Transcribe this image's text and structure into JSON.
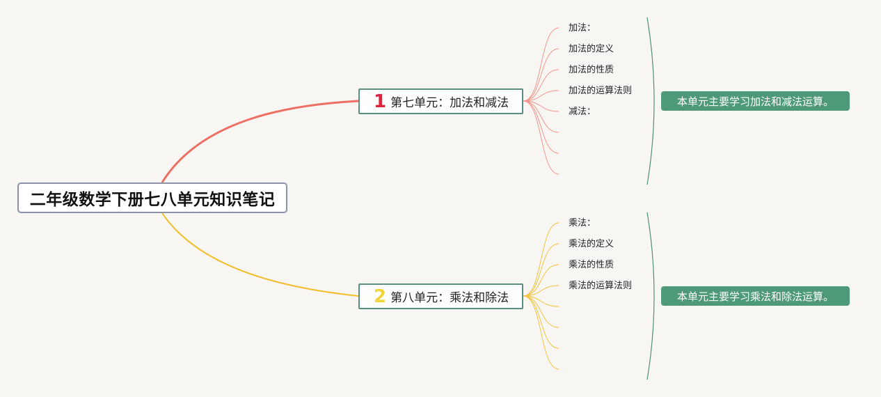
{
  "root": {
    "title": "二年级数学下册七八单元知识笔记"
  },
  "branches": [
    {
      "number": "1",
      "title": "第七单元：加法和减法",
      "leaves": [
        "加法：",
        "加法的定义",
        "加法的性质",
        "加法的运算法则",
        "减法："
      ],
      "summary": "本单元主要学习加法和减法运算。"
    },
    {
      "number": "2",
      "title": "第八单元：乘法和除法",
      "leaves": [
        "乘法：",
        "乘法的定义",
        "乘法的性质",
        "乘法的运算法则"
      ],
      "summary": "本单元主要学习乘法和除法运算。"
    }
  ],
  "colors": {
    "background": "#f8f6f3",
    "branch1_line": "#ee6e62",
    "branch2_line": "#f2bd2a",
    "summary_bg": "#4e9a78",
    "summary_bracket": "#4e8f6e",
    "branch1_number": "#d9263f",
    "branch2_number": "#f2d43b"
  }
}
